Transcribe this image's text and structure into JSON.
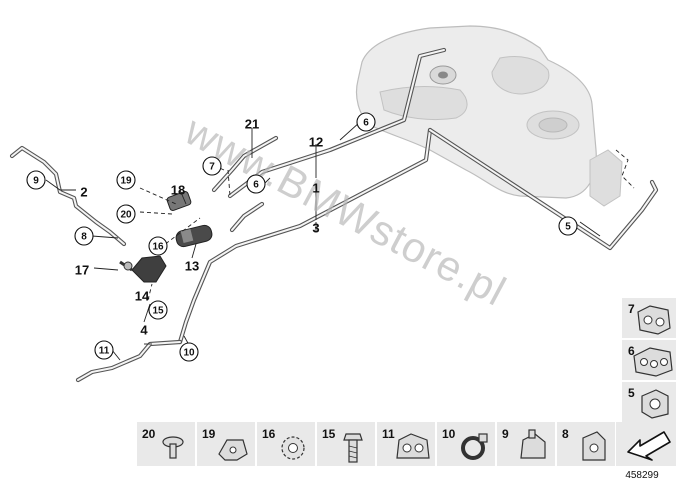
{
  "watermark": "www.BMWstore.pl",
  "diagram_number": "458299",
  "callouts": [
    {
      "num": "1",
      "circled": false
    },
    {
      "num": "2",
      "circled": false
    },
    {
      "num": "3",
      "circled": false
    },
    {
      "num": "4",
      "circled": false
    },
    {
      "num": "5",
      "circled": true
    },
    {
      "num": "6",
      "circled": true
    },
    {
      "num": "6",
      "circled": true
    },
    {
      "num": "7",
      "circled": true
    },
    {
      "num": "8",
      "circled": true
    },
    {
      "num": "9",
      "circled": true
    },
    {
      "num": "10",
      "circled": true
    },
    {
      "num": "11",
      "circled": true
    },
    {
      "num": "12",
      "circled": false
    },
    {
      "num": "13",
      "circled": false
    },
    {
      "num": "14",
      "circled": false
    },
    {
      "num": "15",
      "circled": true
    },
    {
      "num": "16",
      "circled": true
    },
    {
      "num": "17",
      "circled": false
    },
    {
      "num": "18",
      "circled": false
    },
    {
      "num": "19",
      "circled": true
    },
    {
      "num": "20",
      "circled": true
    },
    {
      "num": "21",
      "circled": false
    }
  ],
  "side_parts": [
    {
      "num": "7",
      "icon": "double-pipe-clip-icon"
    },
    {
      "num": "6",
      "icon": "triple-pipe-clip-icon"
    },
    {
      "num": "5",
      "icon": "single-pipe-clip-icon"
    }
  ],
  "bottom_parts": [
    {
      "num": "20",
      "icon": "expanding-rivet-icon"
    },
    {
      "num": "19",
      "icon": "spring-nut-icon"
    },
    {
      "num": "16",
      "icon": "lock-washer-icon"
    },
    {
      "num": "15",
      "icon": "hex-bolt-icon"
    },
    {
      "num": "11",
      "icon": "pipe-holder-icon"
    },
    {
      "num": "10",
      "icon": "hose-clamp-icon"
    },
    {
      "num": "9",
      "icon": "line-clip-icon"
    },
    {
      "num": "8",
      "icon": "bracket-clip-icon"
    }
  ],
  "direction_icon": "direction-arrow-icon"
}
